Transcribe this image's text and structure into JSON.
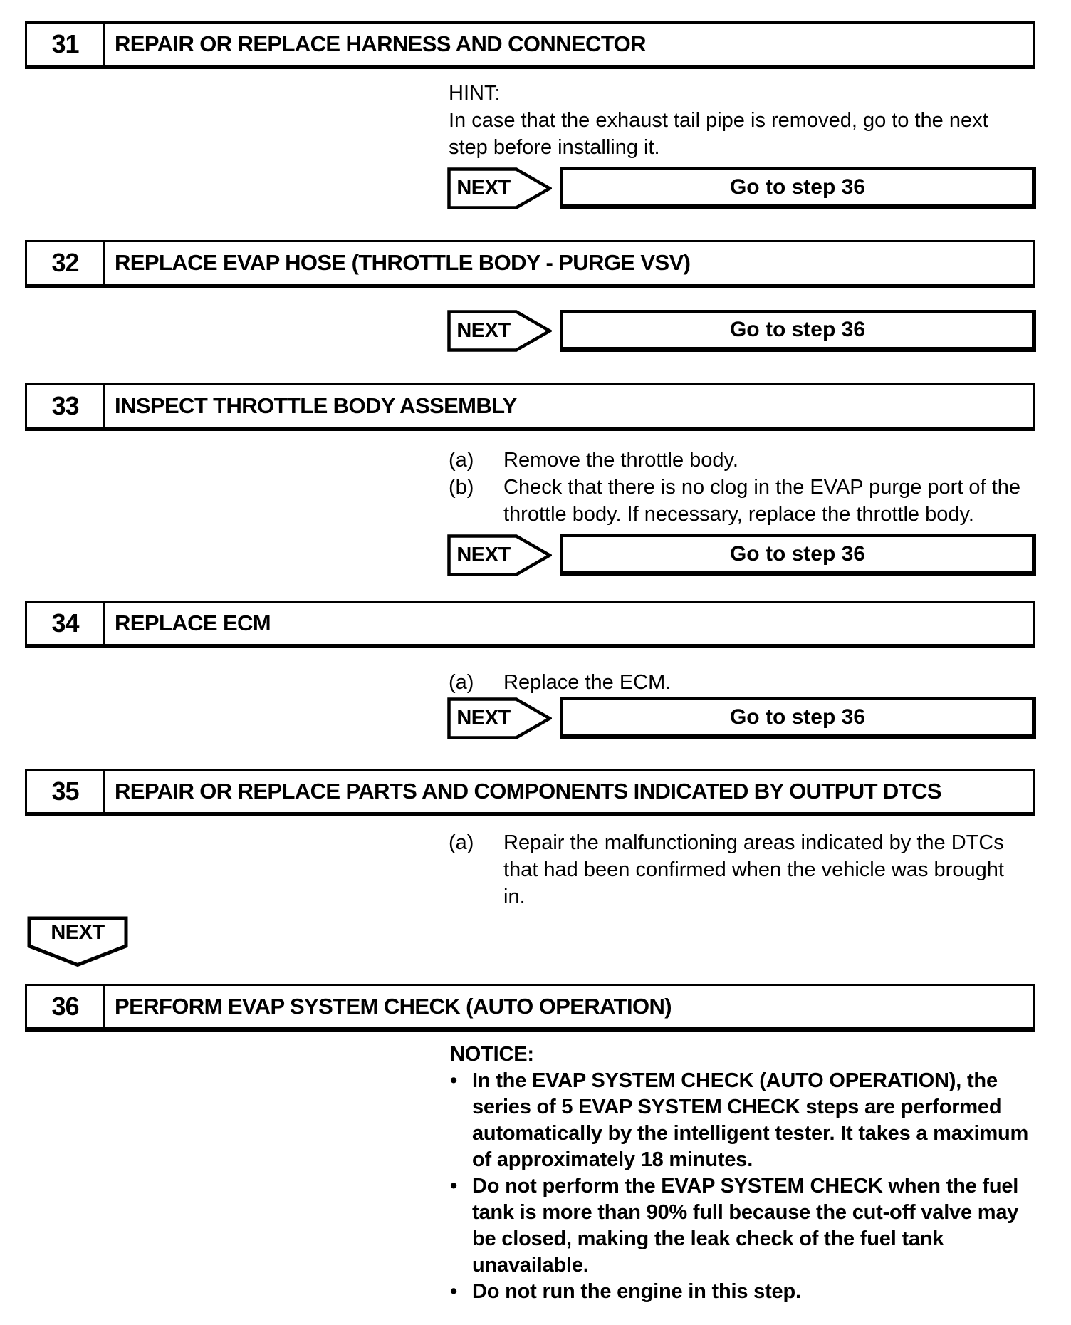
{
  "page": {
    "background": "#ffffff",
    "ink": "#000000"
  },
  "bullet_glyph": "•",
  "steps": [
    {
      "number": "31",
      "title": "REPAIR OR REPLACE HARNESS AND CONNECTOR",
      "hint": {
        "label": "HINT:",
        "text": "In case that the exhaust tail pipe is removed, go to the next step before installing it."
      },
      "next": {
        "label": "NEXT",
        "action": "Go to step 36"
      }
    },
    {
      "number": "32",
      "title": "REPLACE EVAP HOSE (THROTTLE BODY - PURGE VSV)",
      "next": {
        "label": "NEXT",
        "action": "Go to step 36"
      }
    },
    {
      "number": "33",
      "title": "INSPECT THROTTLE BODY ASSEMBLY",
      "items": [
        {
          "marker": "(a)",
          "text": "Remove the throttle body."
        },
        {
          "marker": "(b)",
          "text": "Check that there is no clog in the EVAP purge port of the throttle body. If necessary, replace the throttle body."
        }
      ],
      "next": {
        "label": "NEXT",
        "action": "Go to step 36"
      }
    },
    {
      "number": "34",
      "title": "REPLACE ECM",
      "items": [
        {
          "marker": "(a)",
          "text": "Replace the ECM."
        }
      ],
      "next": {
        "label": "NEXT",
        "action": "Go to step 36"
      }
    },
    {
      "number": "35",
      "title": "REPAIR OR REPLACE PARTS AND COMPONENTS INDICATED BY OUTPUT DTCS",
      "items": [
        {
          "marker": "(a)",
          "text": "Repair the malfunctioning areas indicated by the DTCs that had been confirmed when the vehicle was brought in."
        }
      ],
      "next_down": {
        "label": "NEXT"
      }
    },
    {
      "number": "36",
      "title": "PERFORM EVAP SYSTEM CHECK (AUTO OPERATION)",
      "notice": {
        "label": "NOTICE:",
        "bullets": [
          "In the EVAP SYSTEM CHECK (AUTO OPERATION), the series of 5 EVAP SYSTEM CHECK steps are performed automatically by the intelligent tester. It takes a maximum of approximately 18 minutes.",
          "Do not perform the EVAP SYSTEM CHECK when the fuel tank is more than 90% full because the cut-off valve may be closed, making the leak check of the fuel tank unavailable.",
          "Do not run the engine in this step."
        ]
      }
    }
  ]
}
